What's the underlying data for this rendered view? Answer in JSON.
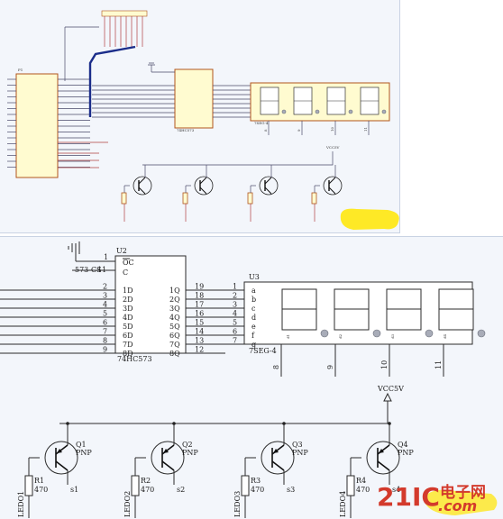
{
  "bottom": {
    "u2": {
      "ref": "U2",
      "part": "74HC573",
      "oc": "OC",
      "c": "C",
      "oe_pin": "1",
      "le_pin": "11",
      "oe_net": "573-CS",
      "inputs": [
        "1D",
        "2D",
        "3D",
        "4D",
        "5D",
        "6D",
        "7D",
        "8D"
      ],
      "input_pins": [
        "2",
        "3",
        "4",
        "5",
        "6",
        "7",
        "8",
        "9"
      ],
      "outputs": [
        "1Q",
        "2Q",
        "3Q",
        "4Q",
        "5Q",
        "6Q",
        "7Q",
        "8Q"
      ],
      "output_pins": [
        "19",
        "18",
        "17",
        "16",
        "15",
        "14",
        "13",
        "12"
      ]
    },
    "u3": {
      "ref": "U3",
      "part": "7SEG-4",
      "segments": [
        "a",
        "b",
        "c",
        "d",
        "e",
        "f",
        "g"
      ],
      "seg_pins": [
        "1",
        "2",
        "3",
        "4",
        "5",
        "6",
        "7"
      ],
      "digit_labels": [
        "d1",
        "d2",
        "d3",
        "d4"
      ],
      "common_pins": [
        "8",
        "9",
        "10",
        "11"
      ]
    },
    "supply": "VCC5V",
    "transistors": [
      {
        "ref": "Q1",
        "type": "PNP",
        "emitter_net": "s1",
        "res_ref": "R1",
        "res_val": "470",
        "base_net": "LEDO1"
      },
      {
        "ref": "Q2",
        "type": "PNP",
        "emitter_net": "s2",
        "res_ref": "R2",
        "res_val": "470",
        "base_net": "LEDO2"
      },
      {
        "ref": "Q3",
        "type": "PNP",
        "emitter_net": "s3",
        "res_ref": "R3",
        "res_val": "470",
        "base_net": "LEDO3"
      },
      {
        "ref": "Q4",
        "type": "PNP",
        "emitter_net": "s4",
        "res_ref": "R4",
        "res_val": "470",
        "base_net": "LEDO4"
      }
    ]
  },
  "top": {
    "mcu_label": "P1",
    "latch_part": "74HC573",
    "display_part": "7SEG-4",
    "display_pins": [
      "8",
      "9",
      "10",
      "11"
    ],
    "supply": "VCC5V"
  },
  "watermark": {
    "brand_num": "21IC",
    "brand_cn": "电子网",
    "domain": ".com"
  },
  "colors": {
    "chip_fill": "#fffbd0",
    "chip_stroke": "#b0551e",
    "bus": "#1b2d8a",
    "highlight": "#ffe600",
    "watermark": "#d33a2c"
  }
}
